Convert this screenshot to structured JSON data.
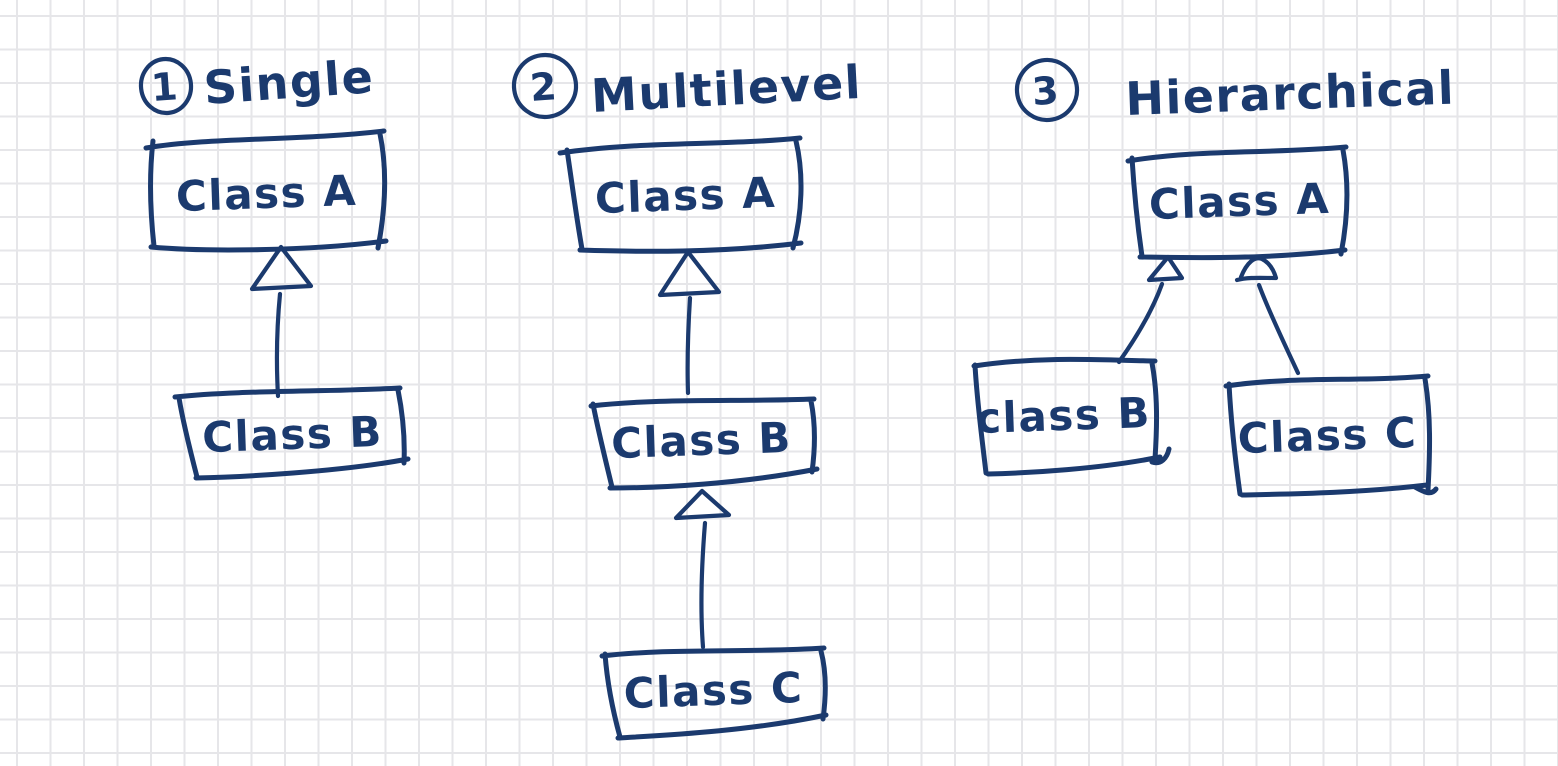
{
  "canvas": {
    "background_color": "#ffffff",
    "grid_color": "#e6e6e9",
    "ink_color": "#1b3a6e"
  },
  "diagrams": [
    {
      "number": "1",
      "title": "Single",
      "nodes": [
        {
          "label": "Class A"
        },
        {
          "label": "Class B"
        }
      ],
      "edges": [
        {
          "from": "Class B",
          "to": "Class A",
          "relation": "inherits"
        }
      ]
    },
    {
      "number": "2",
      "title": "Multilevel",
      "nodes": [
        {
          "label": "Class A"
        },
        {
          "label": "Class B"
        },
        {
          "label": "Class C"
        }
      ],
      "edges": [
        {
          "from": "Class B",
          "to": "Class A",
          "relation": "inherits"
        },
        {
          "from": "Class C",
          "to": "Class B",
          "relation": "inherits"
        }
      ]
    },
    {
      "number": "3",
      "title": "Hierarchical",
      "nodes": [
        {
          "label": "Class A"
        },
        {
          "label": "class B"
        },
        {
          "label": "Class C"
        }
      ],
      "edges": [
        {
          "from": "class B",
          "to": "Class A",
          "relation": "inherits"
        },
        {
          "from": "Class C",
          "to": "Class A",
          "relation": "inherits"
        }
      ]
    }
  ]
}
